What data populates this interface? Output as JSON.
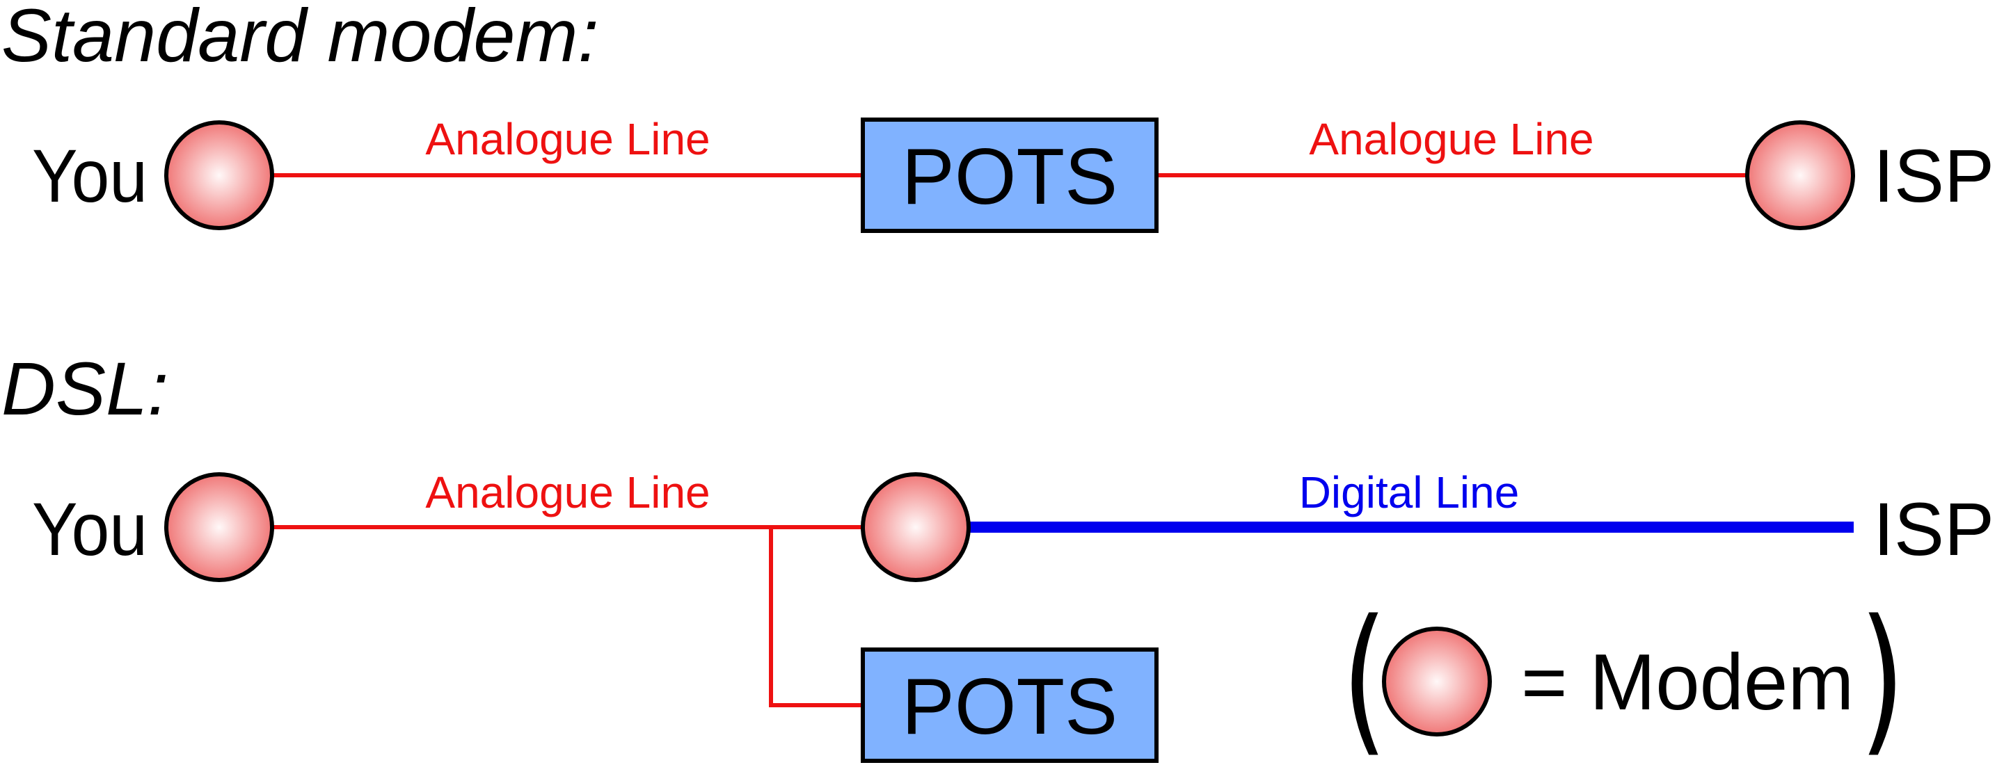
{
  "colors": {
    "analogue_line": "#ee1111",
    "digital_line": "#0000ee",
    "pots_fill": "#80b2ff",
    "modem_center": "#fff8f8",
    "modem_edge": "#f07878"
  },
  "standard": {
    "heading": "Standard modem:",
    "left_endpoint": "You",
    "right_endpoint": "ISP",
    "left_line_label": "Analogue Line",
    "right_line_label": "Analogue Line",
    "pots_label": "POTS"
  },
  "dsl": {
    "heading": "DSL:",
    "left_endpoint": "You",
    "right_endpoint": "ISP",
    "analogue_line_label": "Analogue Line",
    "digital_line_label": "Digital Line",
    "pots_label": "POTS"
  },
  "legend": {
    "open_paren": "(",
    "text": "= Modem",
    "close_paren": ")"
  }
}
